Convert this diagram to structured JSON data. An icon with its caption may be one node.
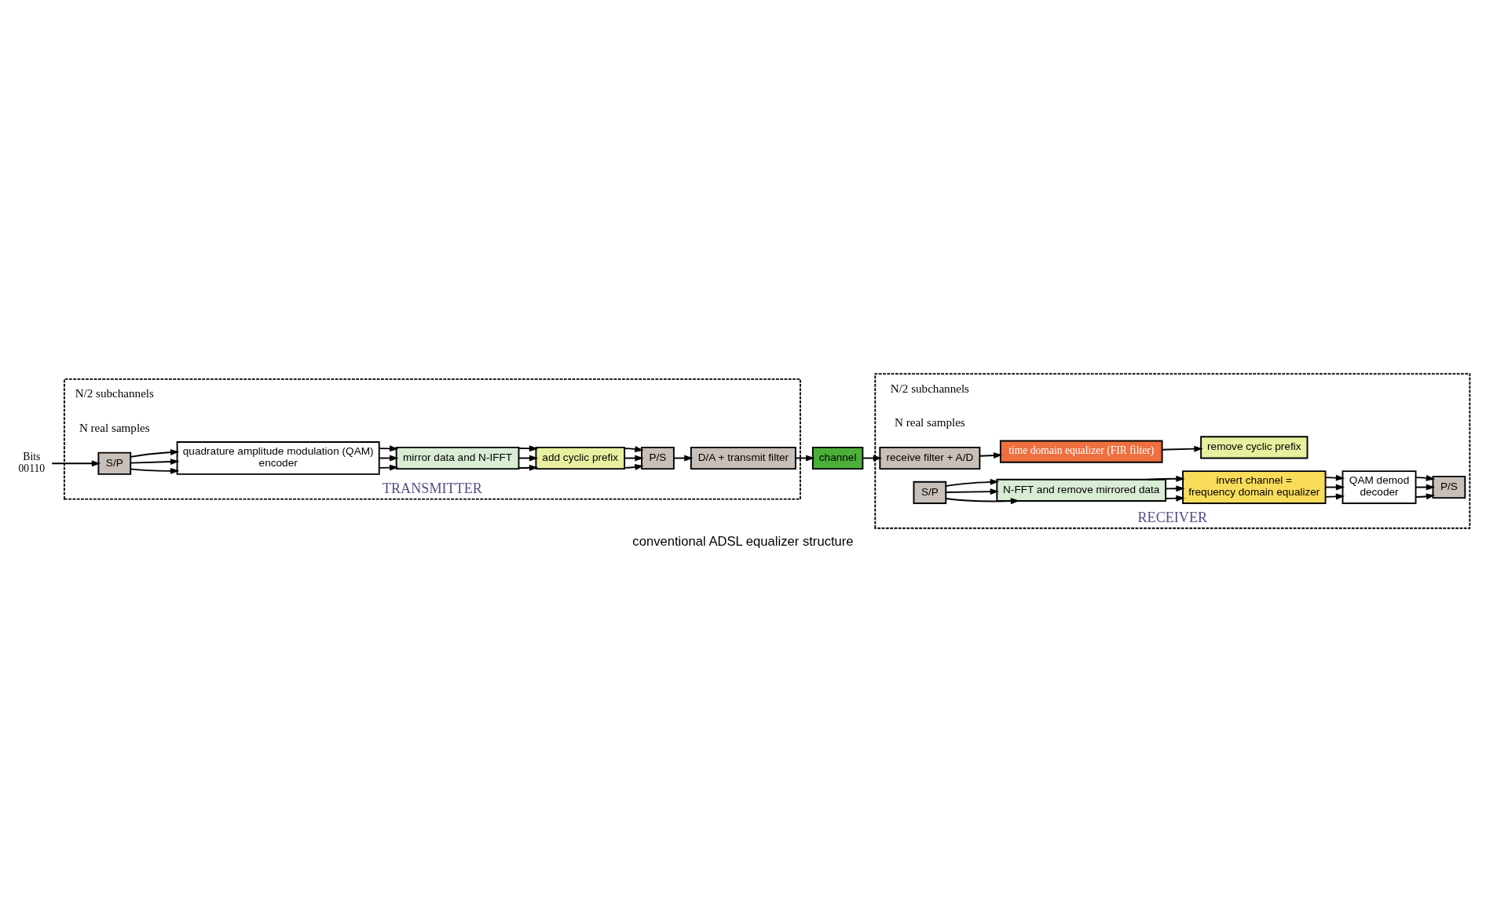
{
  "diagram": {
    "caption": "conventional ADSL equalizer structure",
    "nodes": [
      {
        "text": [
          "TRANSMITTER"
        ]
      },
      {
        "text": [
          "S/P"
        ],
        "in": 0
      },
      {
        "text": [
          "quadrature amplitude modulation (QAM)",
          "encoder"
        ],
        "in": 0
      },
      {
        "text": [
          "mirror data and N-IFFT"
        ],
        "in": 0
      },
      {
        "text": [
          "add cyclic prefix"
        ],
        "in": 0
      },
      {
        "text": [
          "P/S"
        ],
        "in": 0
      },
      {
        "text": [
          "D/A + transmit filter"
        ],
        "in": 0
      },
      {
        "text": [
          "channel"
        ]
      },
      {
        "text": [
          "RECEIVER"
        ]
      },
      {
        "text": [
          "receive filter + A/D"
        ],
        "in": 8
      },
      {
        "text": [
          "time domain equalizer (FIR filter)"
        ],
        "in": 8
      },
      {
        "text": [
          "S/P"
        ],
        "in": 8
      },
      {
        "text": [
          "remove cyclic prefix"
        ],
        "in": 8
      },
      {
        "text": [
          "N-FFT and remove mirrored data"
        ],
        "in": 8
      },
      {
        "text": [
          "invert channel =",
          "frequency domain equalizer"
        ],
        "in": 8
      },
      {
        "text": [
          "QAM demod",
          "decoder"
        ],
        "in": 8
      },
      {
        "text": [
          "P/S"
        ],
        "in": 8
      },
      {
        "text": [
          "Bits",
          "00110"
        ]
      }
    ],
    "edges": [
      {
        "from": 17,
        "to": 1,
        "arrow": "to"
      },
      {
        "from": 1,
        "to": 2,
        "arrow": "to"
      },
      {
        "from": 1,
        "to": 2,
        "arrow": "to"
      },
      {
        "from": 1,
        "to": 2,
        "arrow": "to"
      },
      {
        "from": 2,
        "to": 3,
        "arrow": "to"
      },
      {
        "from": 2,
        "to": 3,
        "arrow": "to"
      },
      {
        "from": 2,
        "to": 3,
        "arrow": "to"
      },
      {
        "from": 3,
        "to": 4,
        "arrow": "to"
      },
      {
        "from": 3,
        "to": 4,
        "arrow": "to"
      },
      {
        "from": 3,
        "to": 4,
        "arrow": "to"
      },
      {
        "from": 4,
        "to": 5,
        "arrow": "to"
      },
      {
        "from": 4,
        "to": 5,
        "arrow": "to"
      },
      {
        "from": 4,
        "to": 5,
        "arrow": "to"
      },
      {
        "from": 5,
        "to": 6,
        "arrow": "to"
      },
      {
        "from": 6,
        "to": 7,
        "arrow": "to"
      },
      {
        "from": 7,
        "to": 9,
        "arrow": "to"
      },
      {
        "from": 9,
        "to": 10,
        "arrow": "to"
      },
      {
        "from": 10,
        "to": 12,
        "arrow": "to"
      },
      {
        "from": 11,
        "to": 13,
        "arrow": "to"
      },
      {
        "from": 11,
        "to": 13,
        "arrow": "to"
      },
      {
        "from": 11,
        "to": 13,
        "arrow": "to"
      },
      {
        "from": 13,
        "to": 14,
        "arrow": "to"
      },
      {
        "from": 13,
        "to": 14,
        "arrow": "to"
      },
      {
        "from": 13,
        "to": 14,
        "arrow": "to"
      },
      {
        "from": 14,
        "to": 15,
        "arrow": "to"
      },
      {
        "from": 14,
        "to": 15,
        "arrow": "to"
      },
      {
        "from": 14,
        "to": 15,
        "arrow": "to"
      },
      {
        "from": 15,
        "to": 16,
        "arrow": "to"
      },
      {
        "from": 15,
        "to": 16,
        "arrow": "to"
      },
      {
        "from": 15,
        "to": 16,
        "arrow": "to"
      }
    ],
    "labels": [
      "N/2 subchannels",
      "N real samples",
      "N/2 subchannels",
      "N real samples"
    ]
  }
}
